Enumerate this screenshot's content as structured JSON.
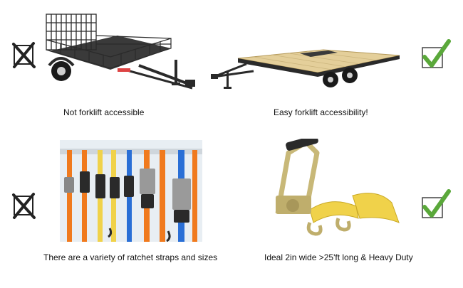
{
  "panels": {
    "top_left": {
      "caption": "Not forklift accessible",
      "mark": "x-mark-icon"
    },
    "top_right": {
      "caption": "Easy forklift accessibility!",
      "mark": "check-mark-icon"
    },
    "bottom_left": {
      "caption": "There are a variety of ratchet straps and sizes",
      "mark": "x-mark-icon"
    },
    "bottom_right": {
      "caption": "Ideal 2in wide >25'ft long & Heavy Duty",
      "mark": "check-mark-icon"
    }
  },
  "colors": {
    "check_green": "#5aa83a",
    "x_black": "#222222",
    "trailer_black": "#2a2a2a",
    "deck_wood": "#e4cf9a",
    "strap_orange": "#f07a1e",
    "strap_blue": "#2a6fd6",
    "strap_yellow": "#f0d24a"
  }
}
